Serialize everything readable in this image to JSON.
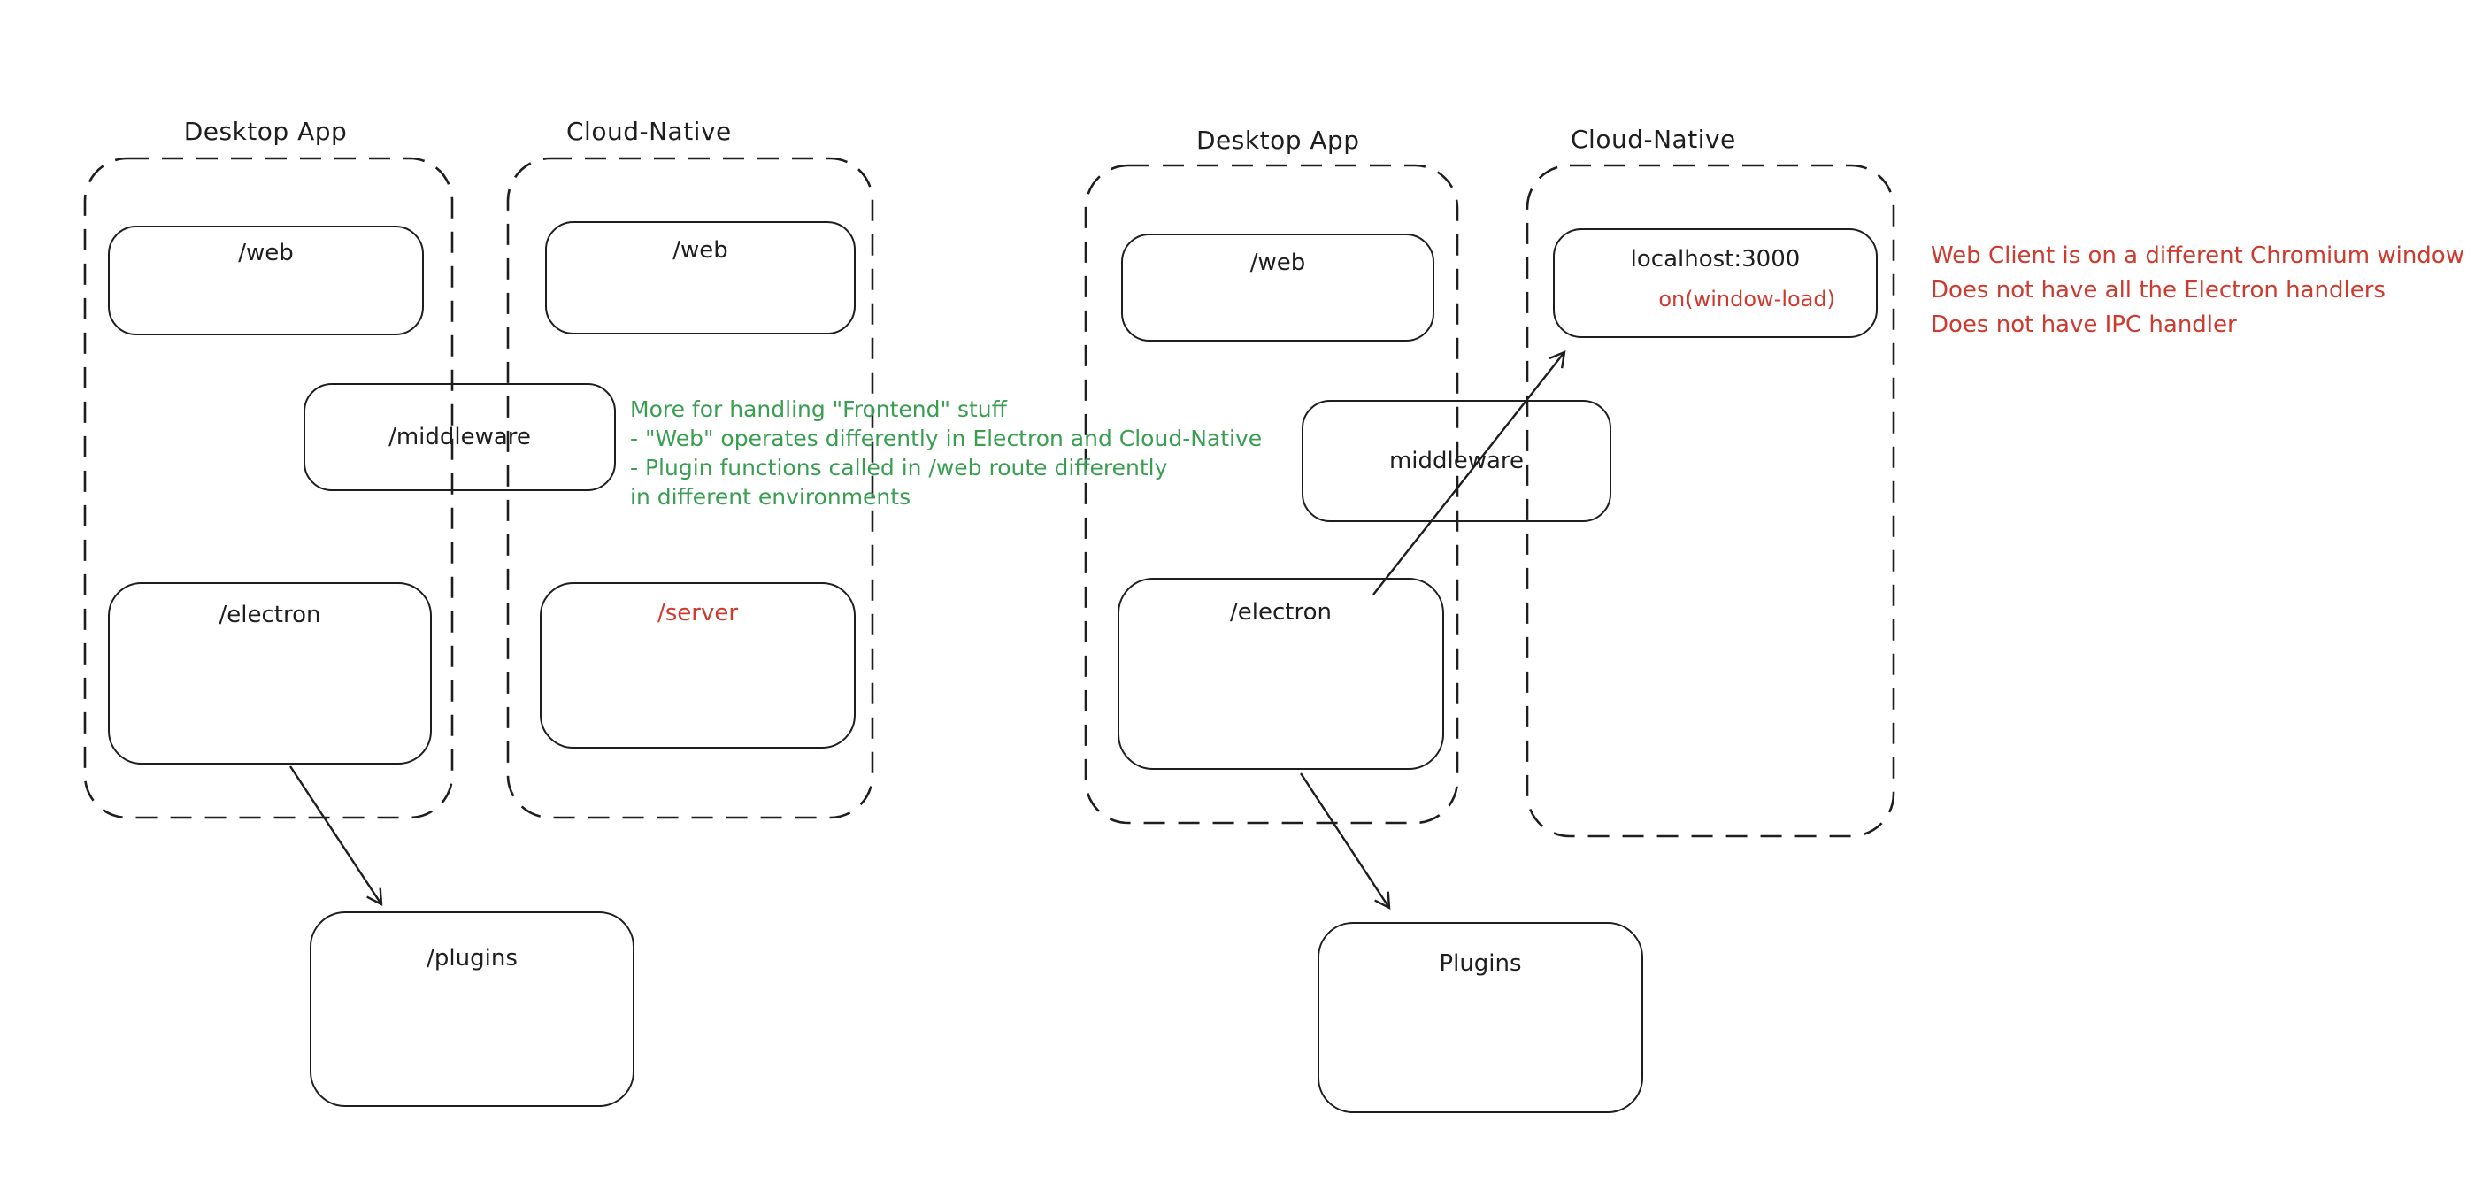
{
  "colors": {
    "ink": "#1e1e1e",
    "red": "#cd3a2e",
    "green": "#3a9e52"
  },
  "left": {
    "desktop": {
      "label": "Desktop App",
      "web": "/web",
      "electron": "/electron"
    },
    "cloud": {
      "label": "Cloud-Native",
      "web": "/web",
      "server": "/server"
    },
    "middleware": "/middleware",
    "plugins": "/plugins",
    "note": {
      "lines": [
        "More for handling \"Frontend\" stuff",
        "- \"Web\" operates differently in Electron and Cloud-Native",
        "- Plugin functions called in /web route differently",
        "in different environments"
      ]
    }
  },
  "right": {
    "desktop": {
      "label": "Desktop App",
      "web": "/web",
      "electron": "/electron"
    },
    "cloud": {
      "label": "Cloud-Native"
    },
    "localhost": {
      "title": "localhost:3000",
      "subtitle": "on(window-load)"
    },
    "middleware": "middleware",
    "plugins": "Plugins",
    "note": {
      "lines": [
        "Web Client is on a different Chromium window",
        "Does not have all the Electron handlers",
        "Does not have IPC handler"
      ]
    }
  }
}
